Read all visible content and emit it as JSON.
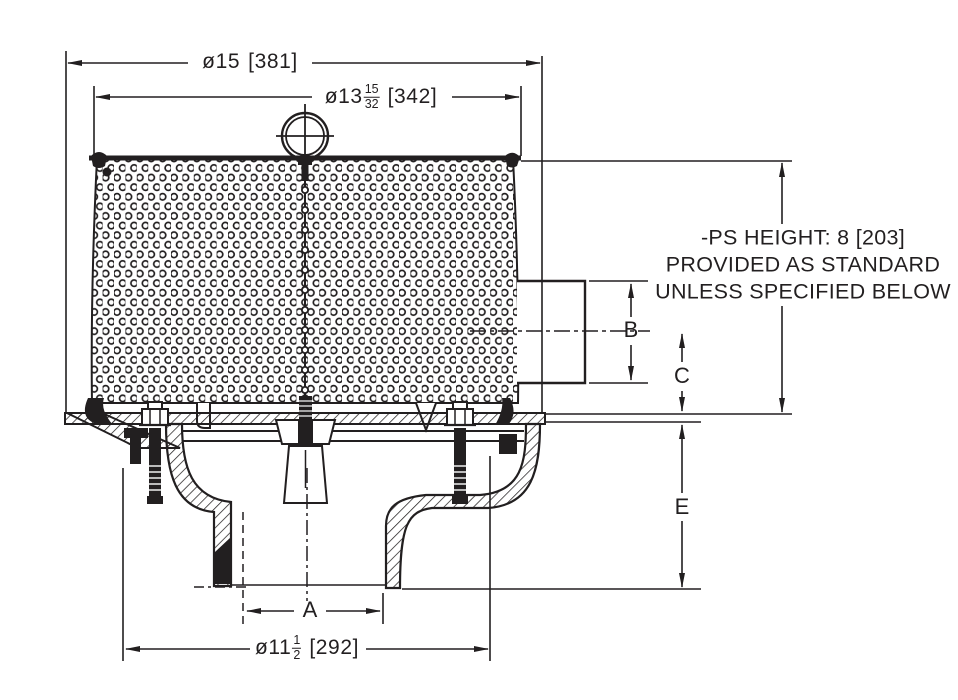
{
  "drawing": {
    "background": "#ffffff",
    "ink": "#221f20",
    "note": {
      "line1": "-PS HEIGHT: 8 [203]",
      "line2": "PROVIDED AS STANDARD",
      "line3": "UNLESS SPECIFIED BELOW"
    },
    "dims": {
      "top_od": {
        "value": "ø15",
        "metric": "[381]"
      },
      "dome_od": {
        "value": "ø13",
        "frac_num": "15",
        "frac_den": "32",
        "metric": "[342]"
      },
      "spigot_od": {
        "value": "ø11",
        "frac_num": "1",
        "frac_den": "2",
        "metric": "[292]"
      },
      "outlet_id_label": "A",
      "outlet_height_label": "B",
      "outlet_centerline_label": "C",
      "sump_depth_label": "E"
    }
  }
}
